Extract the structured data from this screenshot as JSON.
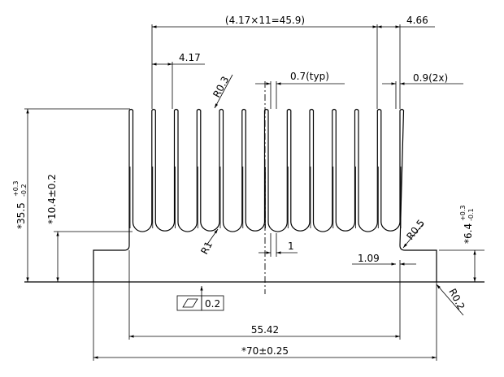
{
  "dimensions": {
    "fin_pitch_total": "(4.17×11=45.9)",
    "end_offset": "4.66",
    "fin_pitch": "4.17",
    "fin_tip_radius": "R0.3",
    "fin_thickness": "0.7(typ)",
    "end_fin_thickness": "0.9(2x)",
    "overall_height_main": "*35.5",
    "overall_height_tol_upper": "+0.3",
    "overall_height_tol_lower": "-0.2",
    "base_height": "*10.4±0.2",
    "root_radius": "R1",
    "fin_root_width": "1",
    "step_radius": "R0.5",
    "step_height_main": "*6.4",
    "step_height_tol_upper": "+0.3",
    "step_height_tol_lower": "-0.1",
    "step_width": "1.09",
    "corner_radius": "R0.2",
    "fin_span": "55.42",
    "overall_width": "*70±0.25"
  },
  "flatness": {
    "symbol": "flatness-parallelogram",
    "value": "0.2"
  },
  "geometry": {
    "fin_count": 13
  }
}
